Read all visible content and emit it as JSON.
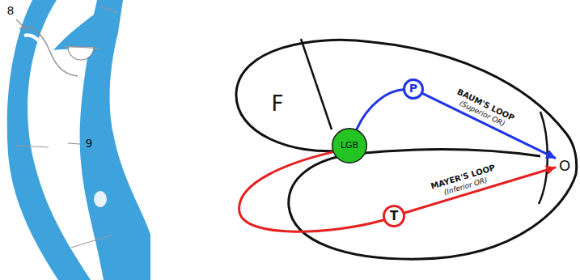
{
  "diagram": {
    "nodes": [
      {
        "text": [
          "LGB"
        ]
      },
      {
        "text": [
          "P"
        ]
      },
      {
        "text": [
          "T"
        ]
      },
      {
        "text": [
          "O"
        ]
      }
    ],
    "edges": [
      {
        "from": 0,
        "to": 1,
        "arrow": "none"
      },
      {
        "from": 1,
        "to": 3,
        "label": "BAUM'S LOOP",
        "arrow": "to"
      },
      {
        "from": 0,
        "to": 2,
        "arrow": "none"
      },
      {
        "from": 2,
        "to": 3,
        "label": "MAYER'S LOOP",
        "arrow": "to"
      }
    ],
    "labels": [
      "8",
      "9",
      "F",
      "(Superior OR)",
      "(Inferior OR)"
    ]
  }
}
